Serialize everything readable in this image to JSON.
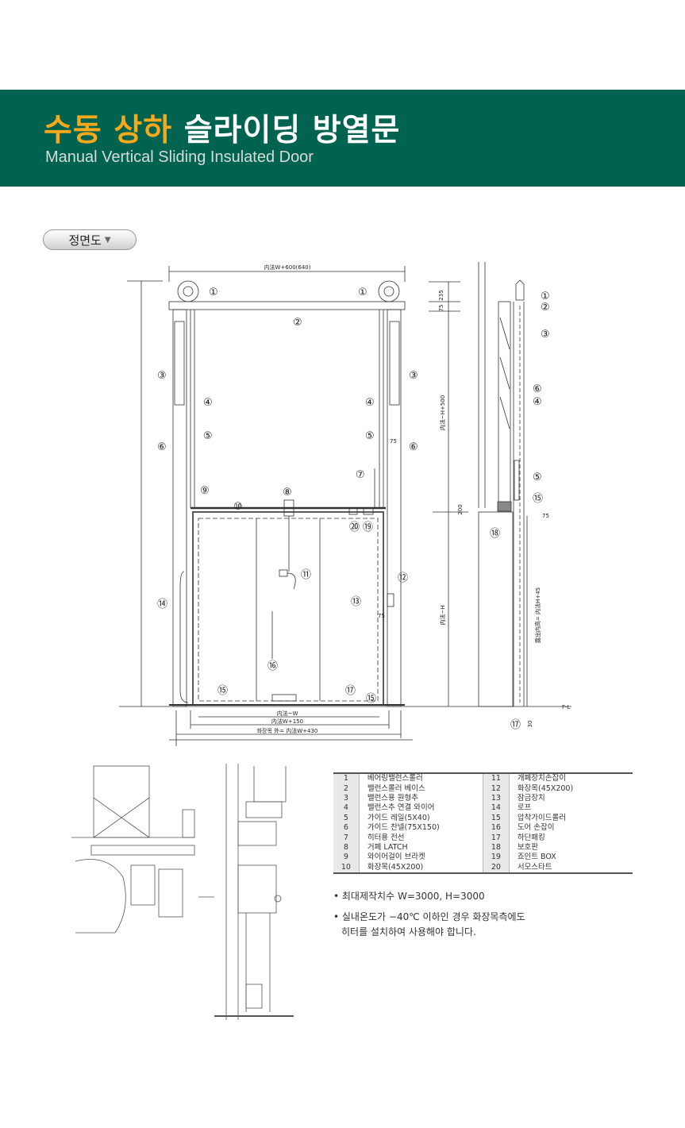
{
  "header": {
    "title_accent": "수동 상하",
    "title_rest": "슬라이딩 방열문",
    "subtitle": "Manual Vertical Sliding Insulated Door",
    "bg_color": "#00634f",
    "accent_color": "#f7a81b"
  },
  "view_button": {
    "label": "정면도",
    "icon": "triangle-down-icon"
  },
  "drawing": {
    "dims": {
      "top_width": "内法W+600(640)",
      "inner_w": "内法~W",
      "w150": "内法W+150",
      "w430": "화장목 外= 内法W+430",
      "d235": "235",
      "d75": "75",
      "h500": "内法~H+500",
      "h": "内法~H",
      "d75b": "75",
      "d75c": "75",
      "d75d": "75",
      "d200": "200",
      "d75side": "75",
      "exposed": "露出内高= 内法H+45",
      "d30": "30",
      "fl": "F-L"
    },
    "callouts": [
      "①",
      "②",
      "③",
      "④",
      "⑤",
      "⑥",
      "⑦",
      "⑧",
      "⑨",
      "⑩",
      "⑪",
      "⑫",
      "⑬",
      "⑭",
      "⑮",
      "⑯",
      "⑰",
      "⑱",
      "⑲",
      "⑳"
    ]
  },
  "parts_table": [
    {
      "no": "1",
      "name": "베어링밸런스롤러"
    },
    {
      "no": "2",
      "name": "밸런스롤러 베이스"
    },
    {
      "no": "3",
      "name": "밸런스용 원형추"
    },
    {
      "no": "4",
      "name": "밸런스추 연결 와이어"
    },
    {
      "no": "5",
      "name": "가이드 레일(5X40)"
    },
    {
      "no": "6",
      "name": "가이드 찬넬(75X150)"
    },
    {
      "no": "7",
      "name": "히터용 전선"
    },
    {
      "no": "8",
      "name": "거폐 LATCH"
    },
    {
      "no": "9",
      "name": "와이어걸이 브라켓"
    },
    {
      "no": "10",
      "name": "화장목(45X200)"
    },
    {
      "no": "11",
      "name": "개폐장치손잡이"
    },
    {
      "no": "12",
      "name": "화장목(45X200)"
    },
    {
      "no": "13",
      "name": "잠금장치"
    },
    {
      "no": "14",
      "name": "로프"
    },
    {
      "no": "15",
      "name": "압착가이드롤러"
    },
    {
      "no": "16",
      "name": "도어 손잡이"
    },
    {
      "no": "17",
      "name": "하단패킹"
    },
    {
      "no": "18",
      "name": "보호판"
    },
    {
      "no": "19",
      "name": "죠인트 BOX"
    },
    {
      "no": "20",
      "name": "서모스타트"
    }
  ],
  "notes": {
    "note1": "• 최대제작치수 W=3000, H=3000",
    "note2_line1": "• 실내온도가 −40℃ 이하인 경우 화장목측에도",
    "note2_line2": "히터를 설치하여 사용해야 합니다."
  }
}
